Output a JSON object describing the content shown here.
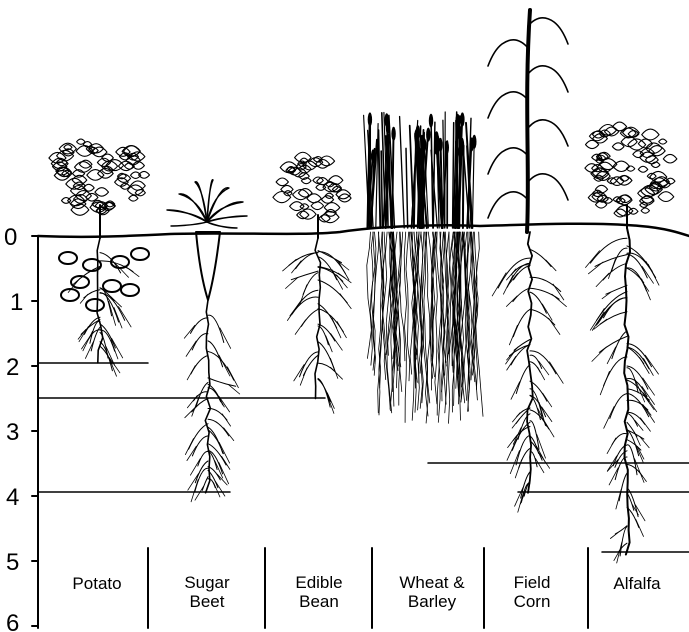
{
  "depth_scale": [
    "0",
    "1",
    "2",
    "3",
    "4",
    "5",
    "6"
  ],
  "crops": [
    {
      "id": "potato",
      "label_lines": [
        "Potato"
      ],
      "root_depth": 1.95
    },
    {
      "id": "sugar-beet",
      "label_lines": [
        "Sugar",
        "Beet"
      ],
      "root_depth": 3.95
    },
    {
      "id": "edible-bean",
      "label_lines": [
        "Edible",
        "Bean"
      ],
      "root_depth": 2.5
    },
    {
      "id": "wheat-barley",
      "label_lines": [
        "Wheat &",
        "Barley"
      ],
      "root_depth": 3.5
    },
    {
      "id": "field-corn",
      "label_lines": [
        "Field",
        "Corn"
      ],
      "root_depth": 3.95
    },
    {
      "id": "alfalfa",
      "label_lines": [
        "Alfalfa"
      ],
      "root_depth": 4.9
    }
  ]
}
